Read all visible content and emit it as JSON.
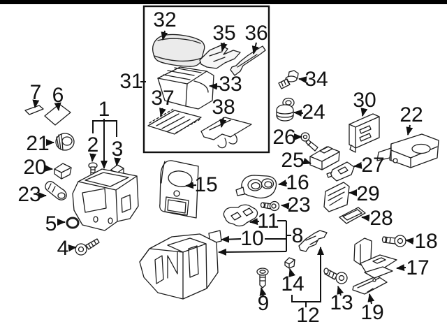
{
  "diagram": {
    "description": "Exploded parts diagram of a vehicle center console with numbered callouts",
    "colors": {
      "background": "#ffffff",
      "line": "#111111",
      "top_bar": "#000000",
      "part_fill": "#ffffff",
      "cushion_fill": "#ebebeb"
    },
    "inset_box_label": "31",
    "callouts": {
      "n1": {
        "label": "1",
        "part": "front-console-body"
      },
      "n2": {
        "label": "2",
        "part": "screw"
      },
      "n3": {
        "label": "3",
        "part": "clip"
      },
      "n4": {
        "label": "4",
        "part": "screw"
      },
      "n5": {
        "label": "5",
        "part": "grommet-ring"
      },
      "n6": {
        "label": "6",
        "part": "adhesive-pad"
      },
      "n7": {
        "label": "7",
        "part": "pad-strip"
      },
      "n8": {
        "label": "8",
        "part": "rear-console-group"
      },
      "n9": {
        "label": "9",
        "part": "screw"
      },
      "n10": {
        "label": "10",
        "part": "small-pad"
      },
      "n11": {
        "label": "11",
        "part": "rubber-mat"
      },
      "n12": {
        "label": "12",
        "part": "mount-bracket"
      },
      "n13": {
        "label": "13",
        "part": "screw"
      },
      "n14": {
        "label": "14",
        "part": "clip"
      },
      "n15": {
        "label": "15",
        "part": "rear-trim-panel"
      },
      "n16": {
        "label": "16",
        "part": "cup-holder"
      },
      "n17": {
        "label": "17",
        "part": "hinge-bracket"
      },
      "n18": {
        "label": "18",
        "part": "screw"
      },
      "n19": {
        "label": "19",
        "part": "flat-pad"
      },
      "n20": {
        "label": "20",
        "part": "clip-box"
      },
      "n21": {
        "label": "21",
        "part": "knob-plug"
      },
      "n22": {
        "label": "22",
        "part": "support-bracket"
      },
      "n23a": {
        "label": "23",
        "part": "bolt"
      },
      "n23b": {
        "label": "23",
        "part": "bolt"
      },
      "n24": {
        "label": "24",
        "part": "grommet"
      },
      "n25": {
        "label": "25",
        "part": "module"
      },
      "n26": {
        "label": "26",
        "part": "screw"
      },
      "n27": {
        "label": "27",
        "part": "bracket-clip"
      },
      "n28": {
        "label": "28",
        "part": "trim-pad"
      },
      "n29": {
        "label": "29",
        "part": "trim-plate"
      },
      "n30": {
        "label": "30",
        "part": "control-unit"
      },
      "n31": {
        "label": "31",
        "part": "armrest-assembly"
      },
      "n32": {
        "label": "32",
        "part": "armrest-lid"
      },
      "n33": {
        "label": "33",
        "part": "storage-bin"
      },
      "n34": {
        "label": "34",
        "part": "bolt"
      },
      "n35": {
        "label": "35",
        "part": "latch"
      },
      "n36": {
        "label": "36",
        "part": "hinge-bar"
      },
      "n37": {
        "label": "37",
        "part": "tray-mat"
      },
      "n38": {
        "label": "38",
        "part": "support-plate"
      }
    }
  }
}
